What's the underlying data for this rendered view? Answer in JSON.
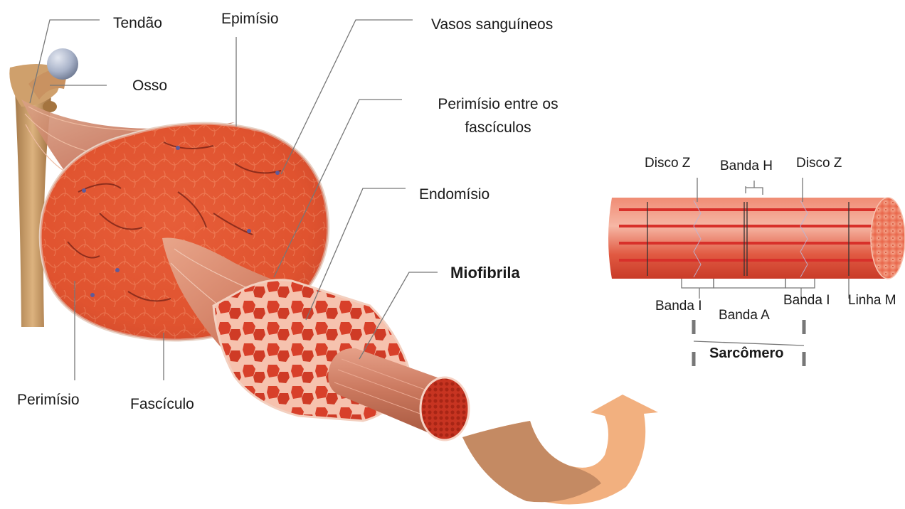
{
  "muscle_labels": {
    "tendao": "Tendão",
    "osso": "Osso",
    "epimisio": "Epimísio",
    "vasos": "Vasos sanguíneos",
    "perimisio_entre_1": "Perimísio entre os",
    "perimisio_entre_2": "fascículos",
    "endomisio": "Endomísio",
    "miofibrila": "Miofibrila",
    "perimisio": "Perimísio",
    "fasciculo": "Fascículo"
  },
  "sarcomere_labels": {
    "disco_z_left": "Disco Z",
    "banda_h": "Banda H",
    "disco_z_right": "Disco Z",
    "banda_i_left": "Banda I",
    "banda_a": "Banda A",
    "banda_i_right": "Banda I",
    "linha_m": "Linha M",
    "sarcomero": "Sarcômero"
  },
  "colors": {
    "muscle_red": "#e0532f",
    "muscle_dark": "#b83a22",
    "perimysium": "#f6b39a",
    "tendon": "#c99a6a",
    "bone_cap": "#a9b3c9",
    "myofibril_red": "#e8422c",
    "arrow_dark": "#c48a63",
    "arrow_light": "#f2b07f",
    "leader_line": "#777777"
  }
}
